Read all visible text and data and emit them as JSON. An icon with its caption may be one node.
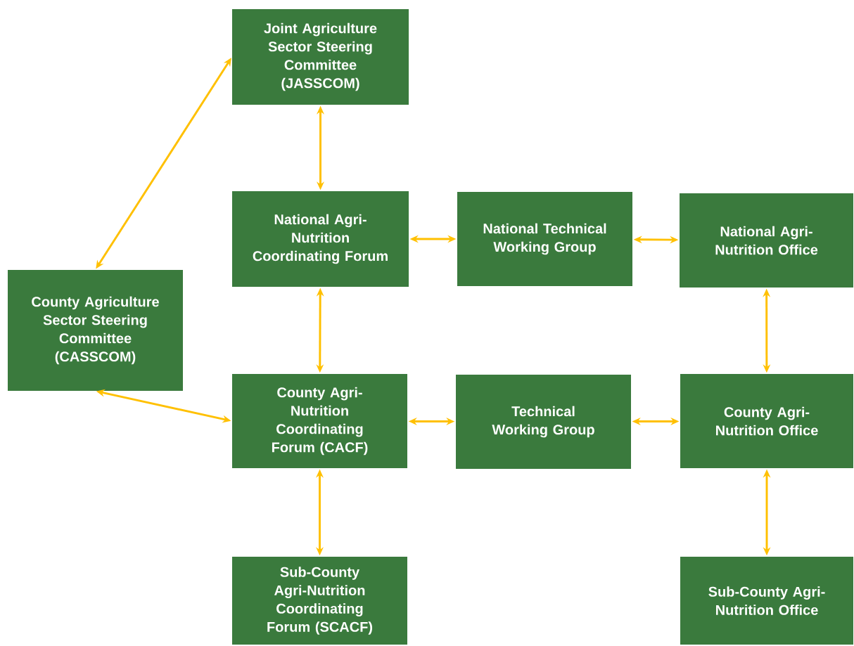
{
  "diagram": {
    "nodes": [
      {
        "text": [
          "Joint Agriculture Sector Steering Committee (JASSCOM)"
        ]
      },
      {
        "text": [
          "National Agri-Nutrition Coordinating Forum"
        ]
      },
      {
        "text": [
          "National Technical Working Group"
        ]
      },
      {
        "text": [
          "National Agri-Nutrition Office"
        ]
      },
      {
        "text": [
          "County Agriculture Sector Steering Committee (CASSCOM)"
        ]
      },
      {
        "text": [
          "County Agri-Nutrition Coordinating Forum (CACF)"
        ]
      },
      {
        "text": [
          "Technical Working Group"
        ]
      },
      {
        "text": [
          "County Agri-Nutrition Office"
        ]
      },
      {
        "text": [
          "Sub-County Agri-Nutrition Coordinating Forum (SCACF)"
        ]
      },
      {
        "text": [
          "Sub-County Agri-Nutrition Office"
        ]
      }
    ],
    "edges": [
      {
        "from": 0,
        "to": 1,
        "arrow": "both"
      },
      {
        "from": 0,
        "to": 4,
        "arrow": "both"
      },
      {
        "from": 1,
        "to": 2,
        "arrow": "both"
      },
      {
        "from": 2,
        "to": 3,
        "arrow": "both"
      },
      {
        "from": 1,
        "to": 5,
        "arrow": "both"
      },
      {
        "from": 3,
        "to": 7,
        "arrow": "both"
      },
      {
        "from": 4,
        "to": 5,
        "arrow": "both"
      },
      {
        "from": 5,
        "to": 6,
        "arrow": "both"
      },
      {
        "from": 6,
        "to": 7,
        "arrow": "both"
      },
      {
        "from": 5,
        "to": 8,
        "arrow": "both"
      },
      {
        "from": 7,
        "to": 9,
        "arrow": "both"
      }
    ]
  }
}
